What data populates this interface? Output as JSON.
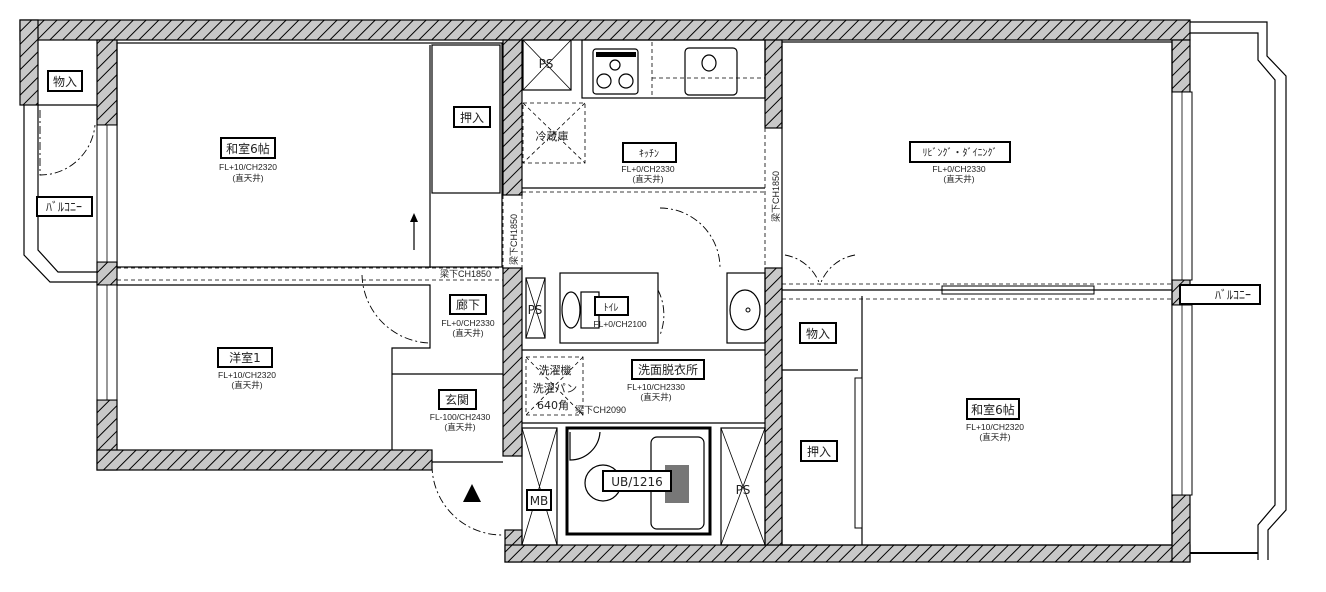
{
  "plan": {
    "rooms": {
      "storage_nw": {
        "label": "物入"
      },
      "balcony_w": {
        "label": "ﾊﾞﾙｺﾆｰ"
      },
      "washitsu_n": {
        "label": "和室6帖",
        "spec": "FL+10/CH2320",
        "ceiling": "(直天井)"
      },
      "closet_n": {
        "label": "押入"
      },
      "hallway": {
        "label": "廊下",
        "spec": "FL+0/CH2330",
        "ceiling": "(直天井)"
      },
      "youshitsu": {
        "label": "洋室1",
        "spec": "FL+10/CH2320",
        "ceiling": "(直天井)"
      },
      "entrance": {
        "label": "玄関",
        "spec": "FL-100/CH2430",
        "ceiling": "(直天井)"
      },
      "ps_kitchen": {
        "label": "PS"
      },
      "fridge": {
        "label": "冷蔵庫"
      },
      "kitchen": {
        "label": "ｷｯﾁﾝ",
        "spec": "FL+0/CH2330",
        "ceiling": "(直天井)"
      },
      "ps_toilet": {
        "label": "PS"
      },
      "toilet": {
        "label": "ﾄｲﾚ",
        "spec": "FL+0/CH2100"
      },
      "washer": {
        "line1": "洗濯機",
        "line2": "洗濯パン",
        "line3": "640角"
      },
      "washroom": {
        "label": "洗面脱衣所",
        "spec": "FL+10/CH2330",
        "ceiling": "(直天井)"
      },
      "mb": {
        "label": "MB"
      },
      "bath": {
        "label": "UB/1216"
      },
      "ps_bath": {
        "label": "PS"
      },
      "living": {
        "label": "ﾘﾋﾞﾝｸﾞ・ﾀﾞｲﾆﾝｸﾞ",
        "spec": "FL+0/CH2330",
        "ceiling": "(直天井)"
      },
      "balcony_e": {
        "label": "ﾊﾞﾙｺﾆｰ"
      },
      "storage_e": {
        "label": "物入"
      },
      "closet_e": {
        "label": "押入"
      },
      "washitsu_e": {
        "label": "和室6帖",
        "spec": "FL+10/CH2320",
        "ceiling": "(直天井)"
      }
    },
    "beam_notes": {
      "hall_h": "梁下CH1850",
      "hall_v": "梁下CH1850",
      "kitchen_v": "梁下CH1850",
      "washroom": "梁下CH2090"
    }
  }
}
